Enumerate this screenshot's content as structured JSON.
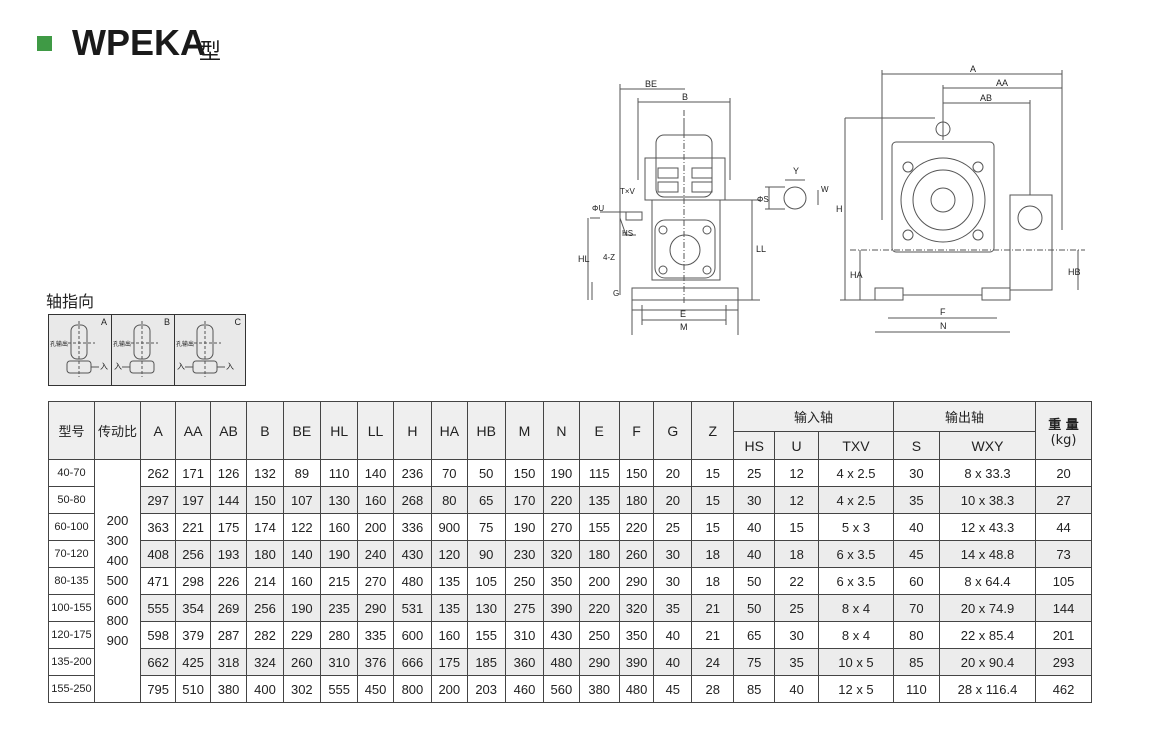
{
  "header": {
    "title": "WPEKA",
    "title_suffix": "型"
  },
  "shaft_direction": {
    "title": "轴指向",
    "options": [
      {
        "label": "A",
        "note": "孔输出",
        "input": "入"
      },
      {
        "label": "B",
        "note": "孔输出",
        "input": "入"
      },
      {
        "label": "C",
        "note": "孔输出",
        "input": "入"
      }
    ]
  },
  "drawings": {
    "side_view": {
      "labels": [
        "BE",
        "B",
        "T×V",
        "ΦU",
        "HS",
        "HL",
        "4-Z",
        "G",
        "E",
        "M",
        "LL"
      ]
    },
    "shaft_detail": {
      "labels": [
        "Y",
        "ΦS",
        "W"
      ]
    },
    "front_view": {
      "labels": [
        "A",
        "AA",
        "AB",
        "H",
        "HA",
        "HB",
        "F",
        "N"
      ]
    }
  },
  "table": {
    "model_header": "型号",
    "ratio_header": "传动比",
    "dims": [
      "A",
      "AA",
      "AB",
      "B",
      "BE",
      "HL",
      "LL",
      "H",
      "HA",
      "HB",
      "M",
      "N",
      "E",
      "F",
      "G",
      "Z"
    ],
    "input_group": "输入轴",
    "input_cols": [
      "HS",
      "U",
      "TXV"
    ],
    "output_group": "输出轴",
    "output_cols": [
      "S",
      "WXY"
    ],
    "weight_header": "重 量",
    "weight_unit": "(kg)",
    "ratios": [
      "200",
      "300",
      "400",
      "500",
      "600",
      "800",
      "900"
    ],
    "rows": [
      {
        "model": "40-70",
        "vals": [
          "262",
          "171",
          "126",
          "132",
          "89",
          "110",
          "140",
          "236",
          "70",
          "50",
          "150",
          "190",
          "115",
          "150",
          "20",
          "15",
          "25",
          "12",
          "4 x 2.5",
          "30",
          "8 x 33.3",
          "20"
        ]
      },
      {
        "model": "50-80",
        "vals": [
          "297",
          "197",
          "144",
          "150",
          "107",
          "130",
          "160",
          "268",
          "80",
          "65",
          "170",
          "220",
          "135",
          "180",
          "20",
          "15",
          "30",
          "12",
          "4 x 2.5",
          "35",
          "10 x 38.3",
          "27"
        ]
      },
      {
        "model": "60-100",
        "vals": [
          "363",
          "221",
          "175",
          "174",
          "122",
          "160",
          "200",
          "336",
          "900",
          "75",
          "190",
          "270",
          "155",
          "220",
          "25",
          "15",
          "40",
          "15",
          "5 x 3",
          "40",
          "12 x 43.3",
          "44"
        ]
      },
      {
        "model": "70-120",
        "vals": [
          "408",
          "256",
          "193",
          "180",
          "140",
          "190",
          "240",
          "430",
          "120",
          "90",
          "230",
          "320",
          "180",
          "260",
          "30",
          "18",
          "40",
          "18",
          "6 x 3.5",
          "45",
          "14 x 48.8",
          "73"
        ]
      },
      {
        "model": "80-135",
        "vals": [
          "471",
          "298",
          "226",
          "214",
          "160",
          "215",
          "270",
          "480",
          "135",
          "105",
          "250",
          "350",
          "200",
          "290",
          "30",
          "18",
          "50",
          "22",
          "6 x 3.5",
          "60",
          "8 x 64.4",
          "105"
        ]
      },
      {
        "model": "100-155",
        "vals": [
          "555",
          "354",
          "269",
          "256",
          "190",
          "235",
          "290",
          "531",
          "135",
          "130",
          "275",
          "390",
          "220",
          "320",
          "35",
          "21",
          "50",
          "25",
          "8 x 4",
          "70",
          "20 x 74.9",
          "144"
        ]
      },
      {
        "model": "120-175",
        "vals": [
          "598",
          "379",
          "287",
          "282",
          "229",
          "280",
          "335",
          "600",
          "160",
          "155",
          "310",
          "430",
          "250",
          "350",
          "40",
          "21",
          "65",
          "30",
          "8 x 4",
          "80",
          "22 x 85.4",
          "201"
        ]
      },
      {
        "model": "135-200",
        "vals": [
          "662",
          "425",
          "318",
          "324",
          "260",
          "310",
          "376",
          "666",
          "175",
          "185",
          "360",
          "480",
          "290",
          "390",
          "40",
          "24",
          "75",
          "35",
          "10 x 5",
          "85",
          "20 x 90.4",
          "293"
        ]
      },
      {
        "model": "155-250",
        "vals": [
          "795",
          "510",
          "380",
          "400",
          "302",
          "555",
          "450",
          "800",
          "200",
          "203",
          "460",
          "560",
          "380",
          "480",
          "45",
          "28",
          "85",
          "40",
          "12 x 5",
          "110",
          "28 x 116.4",
          "462"
        ]
      }
    ]
  }
}
